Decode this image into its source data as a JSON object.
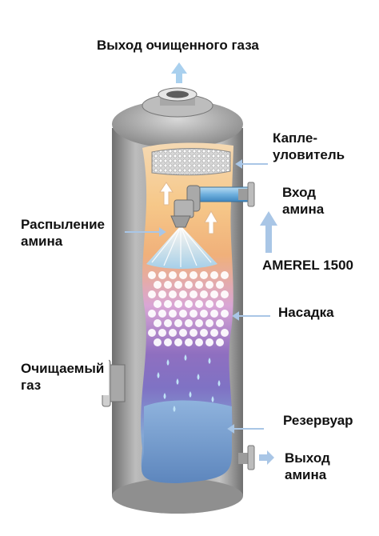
{
  "labels": {
    "gas_out": "Выход очищенного газа",
    "mist_eliminator": [
      "Капле-",
      "уловитель"
    ],
    "amine_inlet": [
      "Вход",
      "амина"
    ],
    "amine_spray": [
      "Распыление",
      "амина"
    ],
    "product": "AMEREL 1500",
    "packing": "Насадка",
    "gas_in": [
      "Очищаемый",
      "газ"
    ],
    "reservoir": "Резервуар",
    "amine_outlet": [
      "Выход",
      "амина"
    ]
  },
  "colors": {
    "shell": "#9a9a9a",
    "liquid": "#6f97c9",
    "pipe": "#7fb8e0",
    "gas_arrow": "#cda6d4",
    "callout_arrow": "#a9c6e6"
  }
}
